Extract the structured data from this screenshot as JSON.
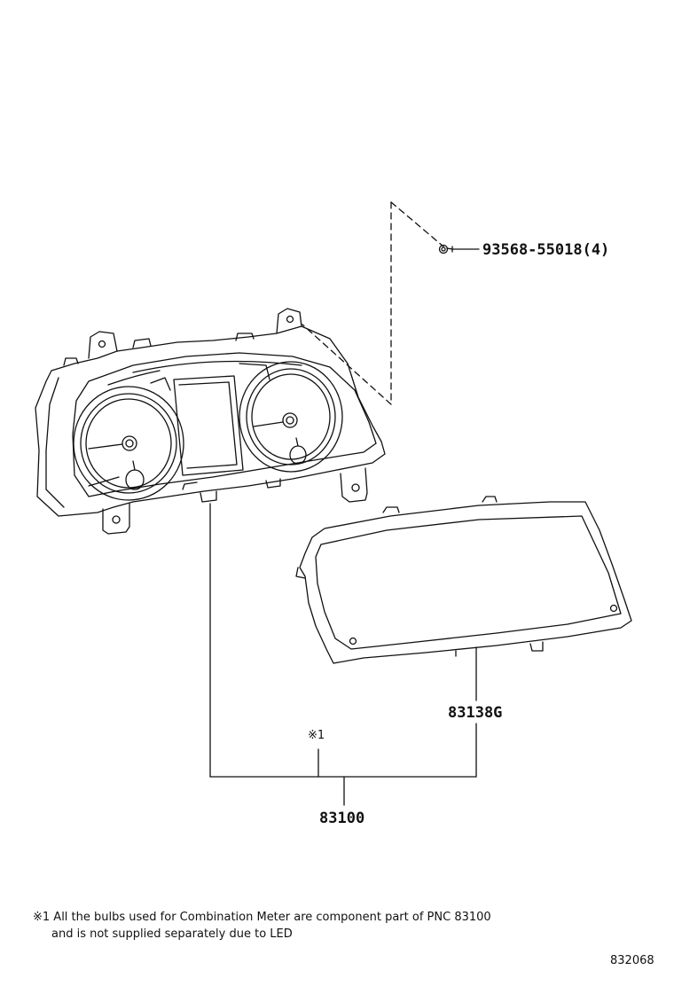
{
  "labels": {
    "screw": "93568-55018(4)",
    "lens": "83138G",
    "meter": "83100",
    "note_marker": "※1"
  },
  "footnote": {
    "line1": "※1 All the bulbs used for Combination Meter are component part of PNC 83100",
    "line2": "and is not supplied separately due to LED"
  },
  "figure_number": "832068"
}
